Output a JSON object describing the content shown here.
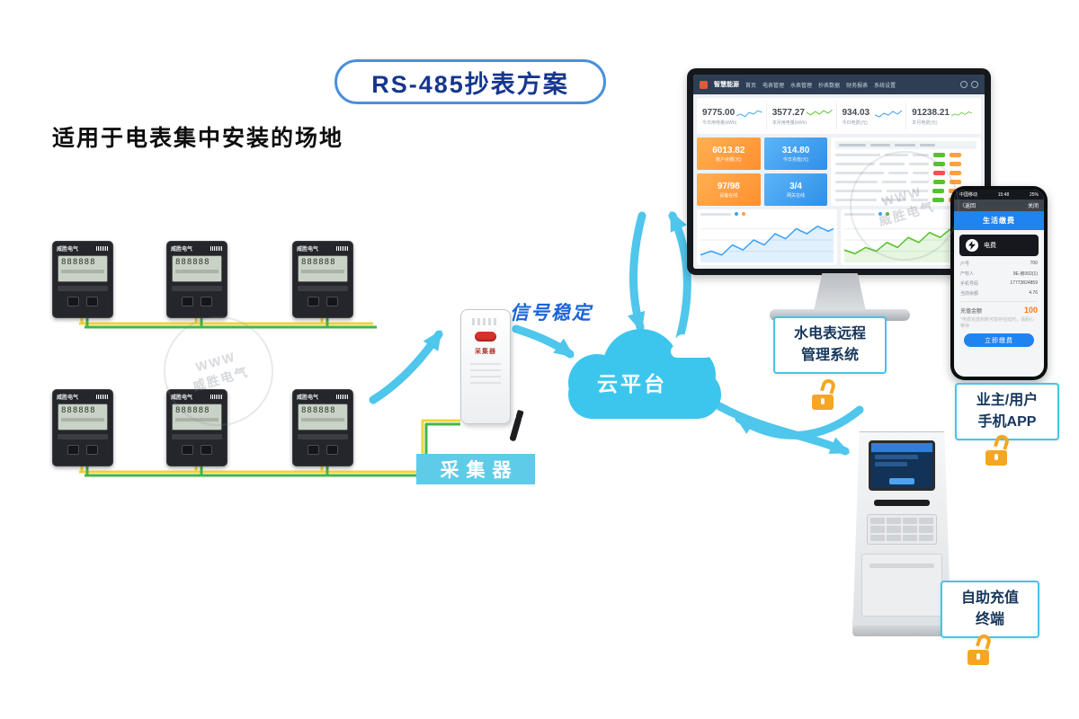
{
  "title": "RS-485抄表方案",
  "subtitle": "适用于电表集中安装的场地",
  "signal_text": "信号稳定",
  "cloud_label": "云平台",
  "watermark": {
    "line1": "WWW",
    "line2": "威胜电气"
  },
  "meter": {
    "brand": "威胜电气",
    "display": "888888"
  },
  "collector": {
    "label": "采集器",
    "device_text": "采集器"
  },
  "callouts": {
    "system": {
      "line1": "水电表远程",
      "line2": "管理系统"
    },
    "app": {
      "line1": "业主/用户",
      "line2": "手机APP"
    },
    "kiosk": {
      "line1": "自助充值",
      "line2": "终端"
    }
  },
  "dashboard": {
    "brand": "智慧能源",
    "nav": [
      "首页",
      "电表管理",
      "水表管理",
      "抄表数据",
      "财务报表",
      "系统设置"
    ],
    "stats": [
      {
        "value": "9775.00",
        "label": "今日用电量(kWh)"
      },
      {
        "value": "3577.27",
        "label": "本月用电量(kWh)"
      },
      {
        "value": "934.03",
        "label": "今日电费(元)"
      },
      {
        "value": "91238.21",
        "label": "本月电费(元)"
      }
    ],
    "tiles": [
      {
        "value": "6013.82",
        "label": "账户余额(元)"
      },
      {
        "value": "314.80",
        "label": "今日充值(元)"
      },
      {
        "value": "97/98",
        "label": "设备在线"
      },
      {
        "value": "3/4",
        "label": "网关在线"
      }
    ]
  },
  "phone": {
    "carrier": "中国移动",
    "time": "15:48",
    "battery": "25%",
    "back": "〈返回",
    "close": "关闭",
    "banner": "生活缴费",
    "item": "电费",
    "rows": [
      {
        "label": "户号",
        "value": "700"
      },
      {
        "label": "产权人",
        "value": "9E-房002(1)"
      },
      {
        "label": "手机号码",
        "value": "17773824859"
      },
      {
        "label": "当前余额",
        "value": "4.76"
      }
    ],
    "amount_label": "充值金额",
    "amount_value": "100",
    "note": "*电费充值到账可能存在延时，请耐心等待",
    "pay_button": "立即缴费"
  }
}
